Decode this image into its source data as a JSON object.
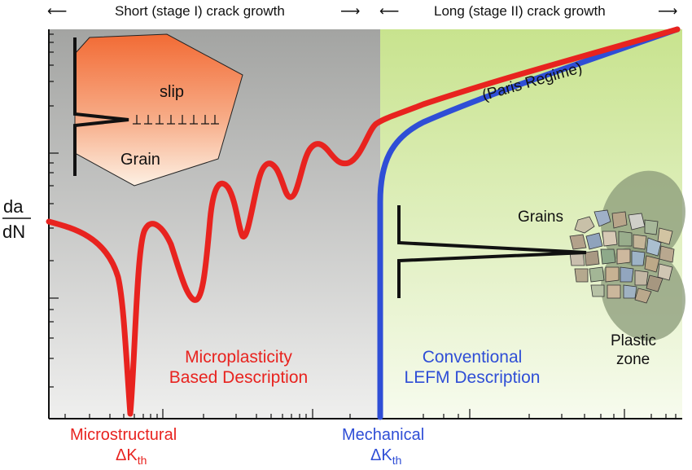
{
  "header": {
    "short_label": "Short (stage I) crack growth",
    "long_label": "Long (stage II) crack growth",
    "arrow_left": "⟵",
    "arrow_right": "⟶",
    "arrow_both": "⟷"
  },
  "y_axis": {
    "numerator": "da",
    "denominator": "dN"
  },
  "x_axis": {
    "microstructural_label": "Microstructural",
    "microstructural_symbol": "ΔK",
    "microstructural_sub": "th",
    "mechanical_label": "Mechanical",
    "mechanical_symbol": "ΔK",
    "mechanical_sub": "th"
  },
  "annotations": {
    "slip": "slip",
    "grain": "Grain",
    "paris": "(Paris Regime)",
    "grains": "Grains",
    "plastic_line1": "Plastic",
    "plastic_line2": "zone",
    "micro_line1": "Microplasticity",
    "micro_line2": "Based Description",
    "lefm_line1": "Conventional",
    "lefm_line2": "LEFM Description"
  },
  "colors": {
    "short_region": "#a9aaa8",
    "long_region": "#cfe6a0",
    "microplasticity_curve": "#e8231f",
    "lefm_curve": "#2f4ed6",
    "grain_fill": "#f47a45"
  }
}
